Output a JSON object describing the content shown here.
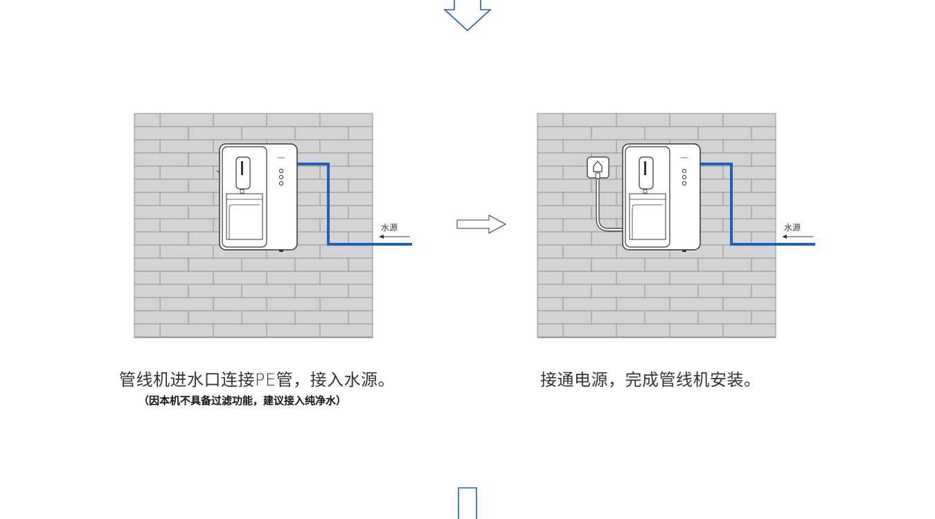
{
  "colors": {
    "arrow_blue": "#1f5bb8",
    "pipe_blue": "#1e5fc0",
    "brick_fill": "#d3d3d5",
    "brick_line": "#8d8d8d",
    "outline": "#333333"
  },
  "steps": [
    {
      "caption": "管线机进水口连接PE管，接入水源。",
      "note": "（因本机不具备过滤功能，建议接入纯净水）",
      "water_source_label": "水源",
      "has_power_plug": false
    },
    {
      "caption": "接通电源，完成管线机安装。",
      "water_source_label": "水源",
      "has_power_plug": true
    }
  ],
  "icons": {
    "top_arrow": "down-arrow-icon",
    "middle_arrow": "right-arrow-icon",
    "bottom_arrow": "down-arrow-icon",
    "plug": "power-plug-icon"
  }
}
